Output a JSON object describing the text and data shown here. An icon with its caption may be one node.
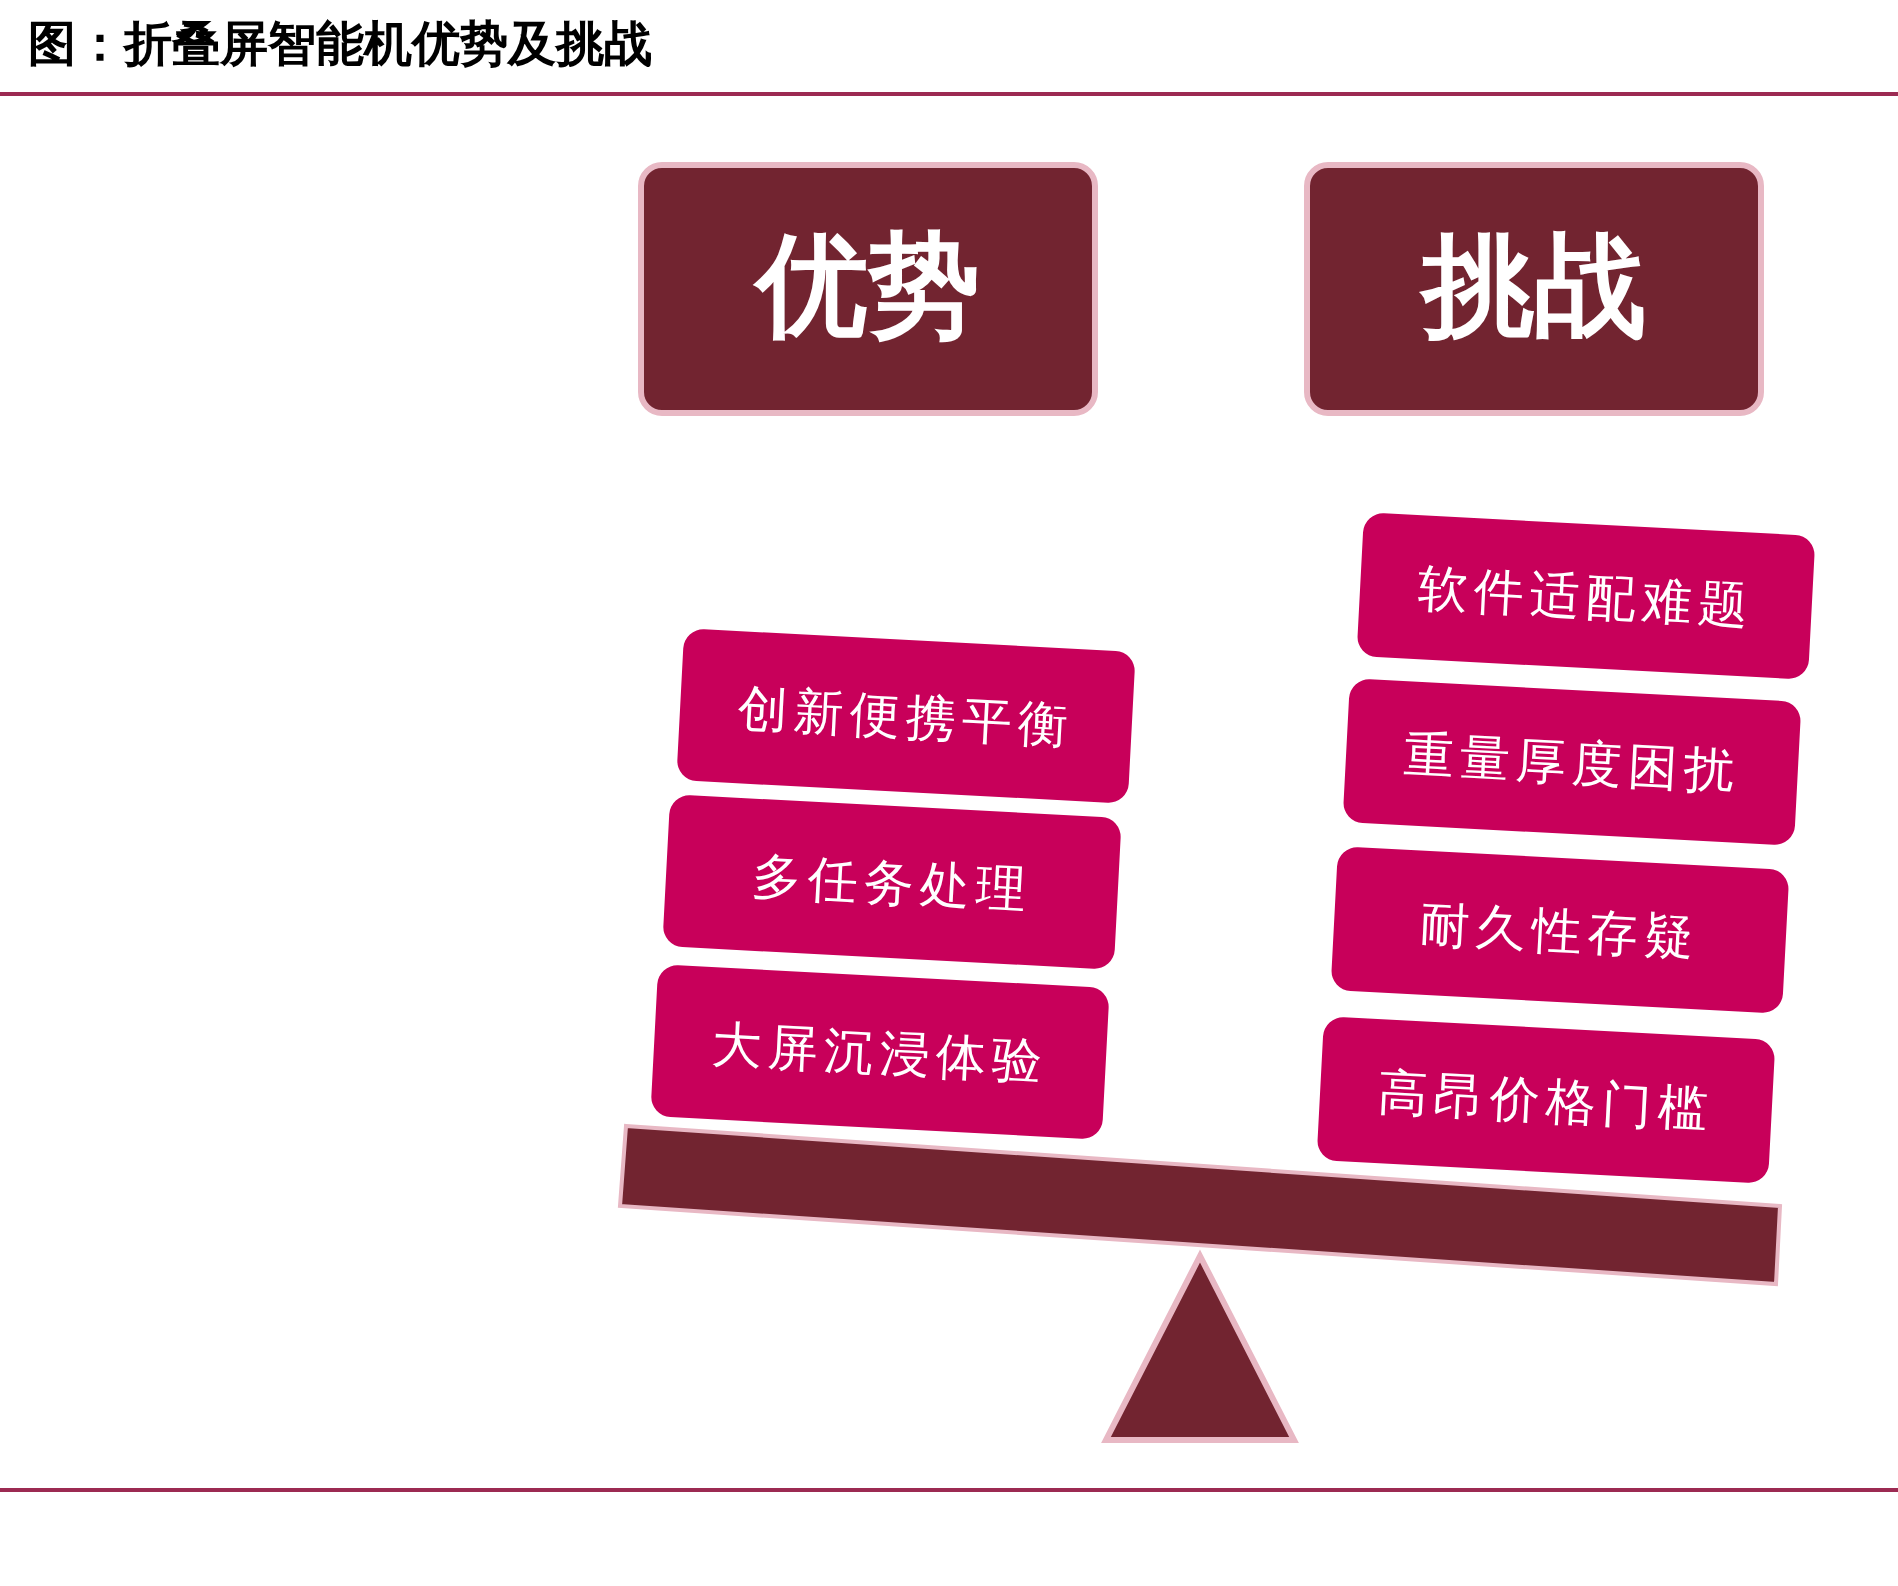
{
  "diagram": {
    "title": "图：折叠屏智能机优势及挑战",
    "nodes": [
      {
        "text": [
          "优势"
        ]
      },
      {
        "text": [
          "挑战"
        ]
      },
      {
        "text": [
          "创新便携平衡"
        ]
      },
      {
        "text": [
          "多任务处理"
        ]
      },
      {
        "text": [
          "大屏沉浸体验"
        ]
      },
      {
        "text": [
          "软件适配难题"
        ]
      },
      {
        "text": [
          "重量厚度困扰"
        ]
      },
      {
        "text": [
          "耐久性存疑"
        ]
      },
      {
        "text": [
          "高昂价格门槛"
        ]
      }
    ],
    "edges": []
  }
}
